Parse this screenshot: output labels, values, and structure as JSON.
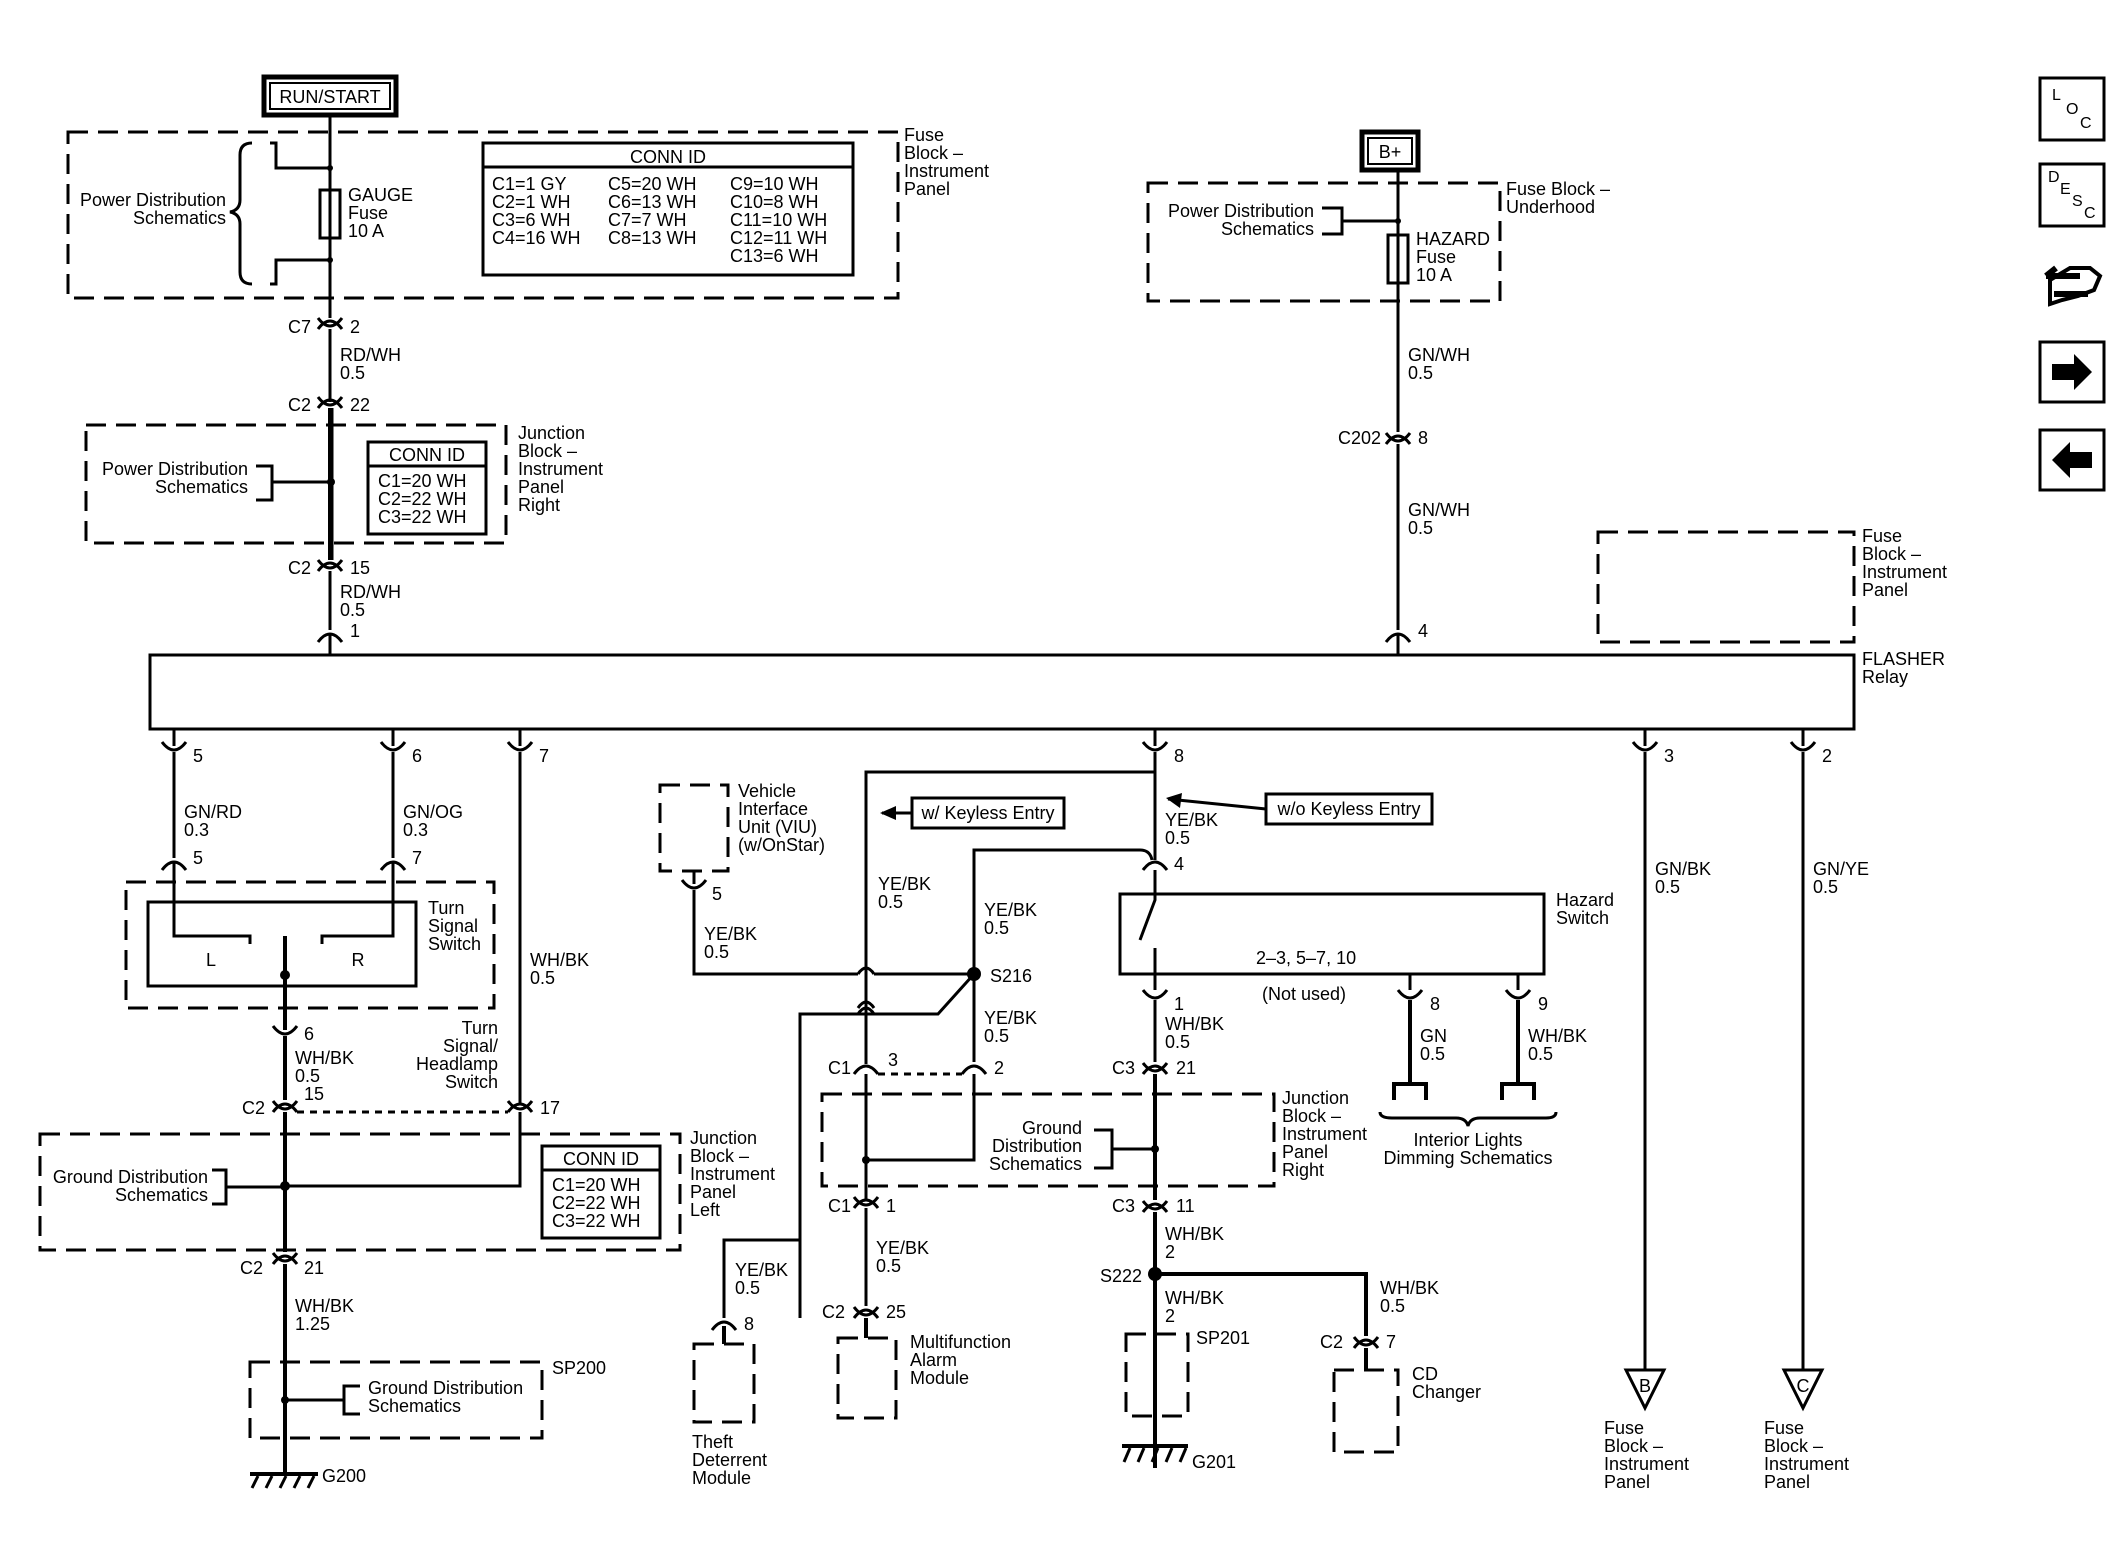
{
  "sources": {
    "run_start": "RUN/START",
    "b_plus": "B+"
  },
  "fuse_block_ip": {
    "label": [
      "Fuse",
      "Block –",
      "Instrument",
      "Panel"
    ],
    "pds": [
      "Power Distribution",
      "Schematics"
    ],
    "fuse": [
      "GAUGE",
      "Fuse",
      "10 A"
    ]
  },
  "conn_id_top": {
    "title": "CONN ID",
    "col1": [
      "C1=1 GY",
      "C2=1 WH",
      "C3=6 WH",
      "C4=16 WH"
    ],
    "col2": [
      "C5=20 WH",
      "C6=13 WH",
      "C7=7 WH",
      "C8=13 WH"
    ],
    "col3": [
      "C9=10 WH",
      "C10=8 WH",
      "C11=10 WH",
      "C12=11 WH",
      "C13=6 WH"
    ]
  },
  "fuse_block_uh": {
    "label": [
      "Fuse Block –",
      "Underhood"
    ],
    "pds": [
      "Power Distribution",
      "Schematics"
    ],
    "fuse": [
      "HAZARD",
      "Fuse",
      "10 A"
    ]
  },
  "jb_right": {
    "label": [
      "Junction",
      "Block –",
      "Instrument",
      "Panel",
      "Right"
    ],
    "pds": [
      "Power Distribution",
      "Schematics"
    ],
    "conn": {
      "title": "CONN ID",
      "rows": [
        "C1=20 WH",
        "C2=22 WH",
        "C3=22 WH"
      ]
    }
  },
  "fb_ip_ghost": [
    "Fuse",
    "Block –",
    "Instrument",
    "Panel"
  ],
  "flasher": [
    "FLASHER",
    "Relay"
  ],
  "wires": {
    "rdwh": [
      "RD/WH",
      "0.5"
    ],
    "gnwh": [
      "GN/WH",
      "0.5"
    ],
    "gnrd": [
      "GN/RD",
      "0.3"
    ],
    "gnog": [
      "GN/OG",
      "0.3"
    ],
    "whbk": [
      "WH/BK",
      "0.5"
    ],
    "whbk125": [
      "WH/BK",
      "1.25"
    ],
    "yebk": [
      "YE/BK",
      "0.5"
    ],
    "gnbk": [
      "GN/BK",
      "0.5"
    ],
    "gnye": [
      "GN/YE",
      "0.5"
    ],
    "gn": [
      "GN",
      "0.5"
    ],
    "whbk2": [
      "WH/BK",
      "2"
    ]
  },
  "conn": {
    "c7": "C7",
    "c2": "C2",
    "c202": "C202",
    "c1": "C1",
    "c3": "C3"
  },
  "pins": {
    "p1": "1",
    "p2": "2",
    "p3": "3",
    "p4": "4",
    "p5": "5",
    "p6": "6",
    "p7": "7",
    "p8": "8",
    "p9": "9",
    "p11": "11",
    "p15": "15",
    "p17": "17",
    "p21": "21",
    "p22": "22",
    "p25": "25"
  },
  "turn_switch": {
    "label": [
      "Turn",
      "Signal",
      "Switch"
    ],
    "l": "L",
    "r": "R",
    "headlamp": [
      "Turn",
      "Signal/",
      "Headlamp",
      "Switch"
    ]
  },
  "jb_left": {
    "label": [
      "Junction",
      "Block –",
      "Instrument",
      "Panel",
      "Left"
    ],
    "gds": [
      "Ground Distribution",
      "Schematics"
    ],
    "conn": {
      "title": "CONN ID",
      "rows": [
        "C1=20 WH",
        "C2=22 WH",
        "C3=22 WH"
      ]
    }
  },
  "sp200": {
    "label": "SP200",
    "gds": [
      "Ground Distribution",
      "Schematics"
    ]
  },
  "g200": "G200",
  "viu": [
    "Vehicle",
    "Interface",
    "Unit (VIU)",
    "(w/OnStar)"
  ],
  "keyless": {
    "with": "w/ Keyless Entry",
    "without": "w/o Keyless Entry"
  },
  "splices": {
    "s216": "S216",
    "s222": "S222"
  },
  "hazard": {
    "label": [
      "Hazard",
      "Switch"
    ],
    "pins": "2–3, 5–7, 10",
    "not_used": "(Not used)"
  },
  "interior": [
    "Interior Lights",
    "Dimming Schematics"
  ],
  "jb_right2": {
    "label": [
      "Junction",
      "Block –",
      "Instrument",
      "Panel",
      "Right"
    ],
    "gds": [
      "Ground",
      "Distribution",
      "Schematics"
    ]
  },
  "theft": [
    "Theft",
    "Deterrent",
    "Module"
  ],
  "mam": [
    "Multifunction",
    "Alarm",
    "Module"
  ],
  "sp201": "SP201",
  "g201": "G201",
  "cd": [
    "CD",
    "Changer"
  ],
  "offpage": {
    "b": "B",
    "c": "C",
    "label": [
      "Fuse",
      "Block –",
      "Instrument",
      "Panel"
    ]
  },
  "nav": {
    "loc": [
      "L",
      "O",
      "C"
    ],
    "desc": [
      "D",
      "E",
      "S",
      "C"
    ]
  }
}
